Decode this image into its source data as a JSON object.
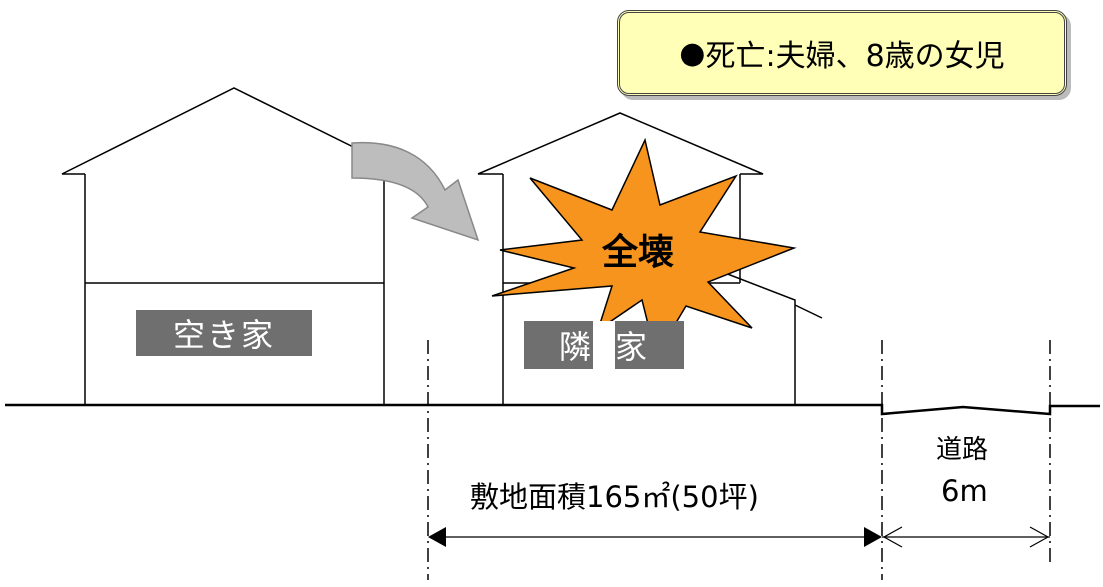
{
  "callout": {
    "bullet": "●",
    "text": "死亡:夫婦、8歳の女児"
  },
  "labels": {
    "vacant_house": "空き家",
    "neighbor_char1": "隣",
    "neighbor_char2": "家",
    "collapse": "全壊"
  },
  "dimensions": {
    "site_area": "敷地面積165㎡(50坪)",
    "road_label": "道路",
    "road_width": "6m"
  },
  "colors": {
    "callout_bg": "#ffffb8",
    "burst_fill": "#f7941d",
    "label_bg": "#6f6f6f",
    "arrow_fill": "#bdbdbd"
  }
}
